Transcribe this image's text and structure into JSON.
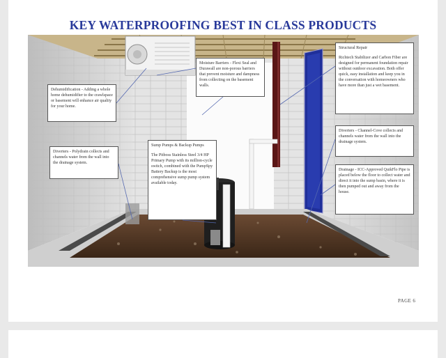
{
  "title": "KEY WATERPROOFING BEST IN CLASS PRODUCTS",
  "page_number": "PAGE 6",
  "colors": {
    "title": "#28399a",
    "drain_window": "#1f2f9a",
    "background": "#e9e9e9"
  },
  "callouts": {
    "dehumidification": "Dehumidification - Adding a whole home dehumidifier to the crawlspace or basement will enhance air quality for your home.",
    "moisture_barriers": "Moisture Barriers - Flexi Seal and Durawall are non-porous barriers that prevent moisture and dampness from collecting on the basement walls.",
    "structural_title": "Structural Repair",
    "structural_body": "Richtech Stabilizer and Carbon Fiber are designed for permanent foundation repair without outdoor excavation. Both offer quick, easy installation and keep you in the conversation with homeowners who have more than just a wet basement.",
    "diverters_cove": "Diverters - Channel-Cove collects and channels water from the wall into the drainage system.",
    "diverters_polydrain": "Diverters - Polydrain collects and channels water from the wall into the drainage system.",
    "sump_title": "Sump Pumps & Backup Pumps",
    "sump_body": "The Pitboss Stainless Steel 3/4 HP Primary Pump with its million-cycle switch, combined with the PumpSpy Battery Backup is the most comprehensive sump pump system available today.",
    "drainage": "Drainage - ICC-Approved QuikFlo Pipe is placed below the floor to collect water and direct it into the sump basin, where it is then pumped out and away from the house."
  }
}
